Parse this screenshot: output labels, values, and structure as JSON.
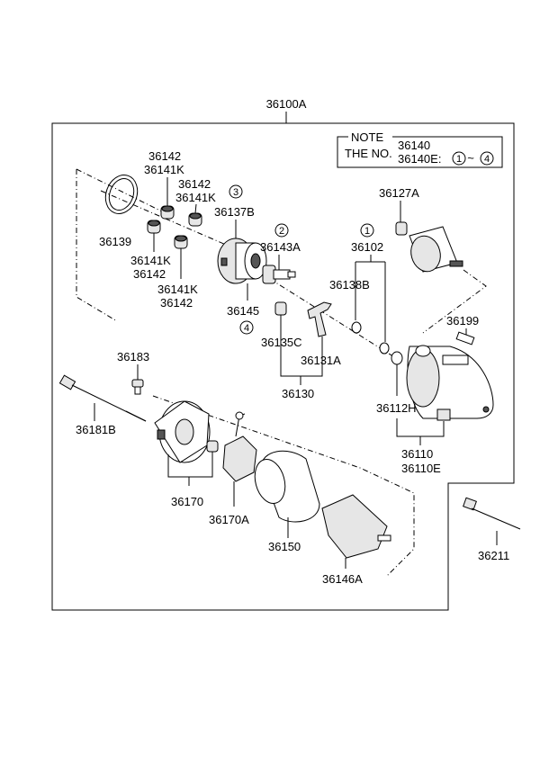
{
  "assembly": "36100A",
  "note": {
    "title": "NOTE",
    "line1_prefix": "THE NO.",
    "line1_a": "36140",
    "line1_b": "36140E:",
    "range_from": "1",
    "range_sep": "~",
    "range_to": "4"
  },
  "labels": {
    "p36142_a": "36142",
    "p36141k_a": "36141K",
    "p36142_b": "36142",
    "p36141k_b": "36141K",
    "p36139": "36139",
    "p36141k_c": "36141K",
    "p36142_c": "36142",
    "p36141k_d": "36141K",
    "p36142_d": "36142",
    "p36137b": "36137B",
    "p36143a": "36143A",
    "p36145": "36145",
    "p36102": "36102",
    "p36138b": "36138B",
    "p36127a": "36127A",
    "p36135c": "36135C",
    "p36131a": "36131A",
    "p36130": "36130",
    "p36199": "36199",
    "p36183": "36183",
    "p36181b": "36181B",
    "p36112h": "36112H",
    "p36110": "36110",
    "p36110e": "36110E",
    "p36170": "36170",
    "p36170a": "36170A",
    "p36150": "36150",
    "p36146a": "36146A",
    "p36211": "36211"
  },
  "circles": {
    "c1": "1",
    "c2": "2",
    "c3": "3",
    "c4": "4"
  }
}
